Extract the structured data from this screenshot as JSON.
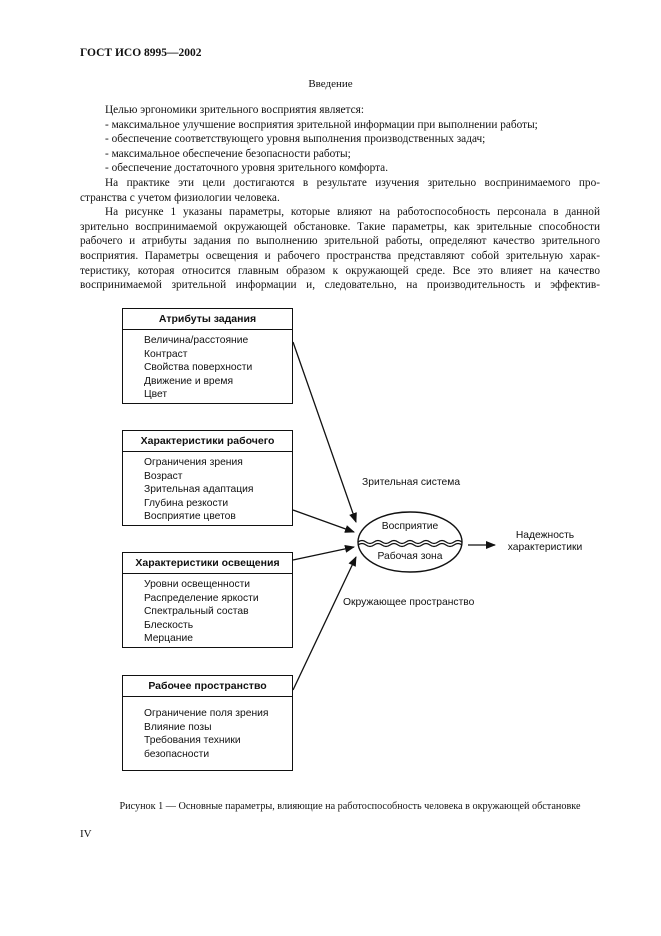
{
  "page_header": "ГОСТ ИСО 8995—2002",
  "section_title": "Введение",
  "paragraphs": [
    [
      "Целью эргономики зрительного восприятия является:"
    ],
    [
      "- максимальное улучшение восприятия зрительной информации при выполнении работы;"
    ],
    [
      "- обеспечение соответствующего уровня выполнения производственных задач;"
    ],
    [
      "- максимальное обеспечение безопасности работы;"
    ],
    [
      "- обеспечение достаточного уровня зрительного комфорта."
    ],
    [
      "На практике эти цели достигаются в результате изучения зрительно воспринимаемого про-",
      "странства с учетом физиологии человека."
    ],
    [
      "На рисунке 1 указаны параметры, которые влияют на работоспособность персонала в данной",
      "зрительно воспринимаемой окружающей обстановке. Такие параметры, как зрительные способности",
      "рабочего и атрибуты задания по выполнению зрительной работы, определяют качество зрительного",
      "восприятия. Параметры освещения и рабочего пространства представляют собой зрительную харак-",
      "теристику, которая относится главным образом к окружающей среде. Все это влияет на качество",
      "воспринимаемой зрительной информации и, следовательно, на производительность и эффектив-"
    ]
  ],
  "diagram": {
    "boxes": [
      {
        "title": "Атрибуты задания",
        "items": [
          "Величина/расстояние",
          "Контраст",
          "Свойства поверхности",
          "Движение и время",
          "Цвет"
        ]
      },
      {
        "title": "Характеристики рабочего",
        "items": [
          "Ограничения зрения",
          "Возраст",
          "Зрительная адаптация",
          "Глубина резкости",
          "Восприятие цветов"
        ]
      },
      {
        "title": "Характеристики освещения",
        "items": [
          "Уровни освещенности",
          "Распределение яркости",
          "Спектральный состав",
          "Блескость",
          "Мерцание"
        ]
      },
      {
        "title": "Рабочее пространство",
        "items": [
          "Ограничение поля зрения",
          "Влияние позы",
          "Требования техники",
          "безопасности"
        ]
      }
    ],
    "visual_system_label": "Зрительная система",
    "ellipse_top": "Восприятие",
    "ellipse_bottom": "Рабочая зона",
    "environment_label": "Окружающее пространство",
    "output_label": [
      "Надежность",
      "характеристики"
    ]
  },
  "caption": "Рисунок 1 — Основные параметры, влияющие на работоспособность человека в окружающей обстановке",
  "page_number": "IV"
}
